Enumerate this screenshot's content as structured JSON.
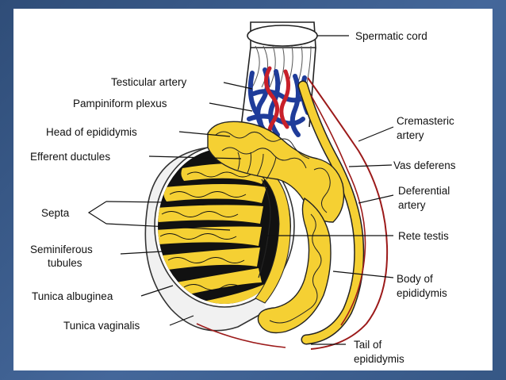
{
  "diagram": {
    "labels": {
      "spermatic_cord": "Spermatic cord",
      "testicular_artery": "Testicular artery",
      "pampiniform_plexus": "Pampiniform plexus",
      "head_of_epididymis": "Head of epididymis",
      "efferent_ductules": "Efferent ductules",
      "cremasteric_artery_1": "Cremasteric",
      "cremasteric_artery_2": "artery",
      "vas_deferens": "Vas deferens",
      "deferential_artery_1": "Deferential",
      "deferential_artery_2": "artery",
      "septa": "Septa",
      "rete_testis": "Rete testis",
      "seminiferous_tubules_1": "Seminiferous",
      "seminiferous_tubules_2": "tubules",
      "body_of_epididymis_1": "Body of",
      "body_of_epididymis_2": "epididymis",
      "tunica_albuginea": "Tunica albuginea",
      "tunica_vaginalis": "Tunica vaginalis",
      "tail_of_epididymis_1": "Tail of",
      "tail_of_epididymis_2": "epididymis"
    },
    "colors": {
      "background_frame": "#3a5a86",
      "panel": "#ffffff",
      "tubule_yellow": "#f5d033",
      "septa_black": "#111111",
      "vein_blue": "#1f3c9a",
      "artery_red": "#c8202a",
      "capsule_fill": "#eeeeee"
    }
  }
}
